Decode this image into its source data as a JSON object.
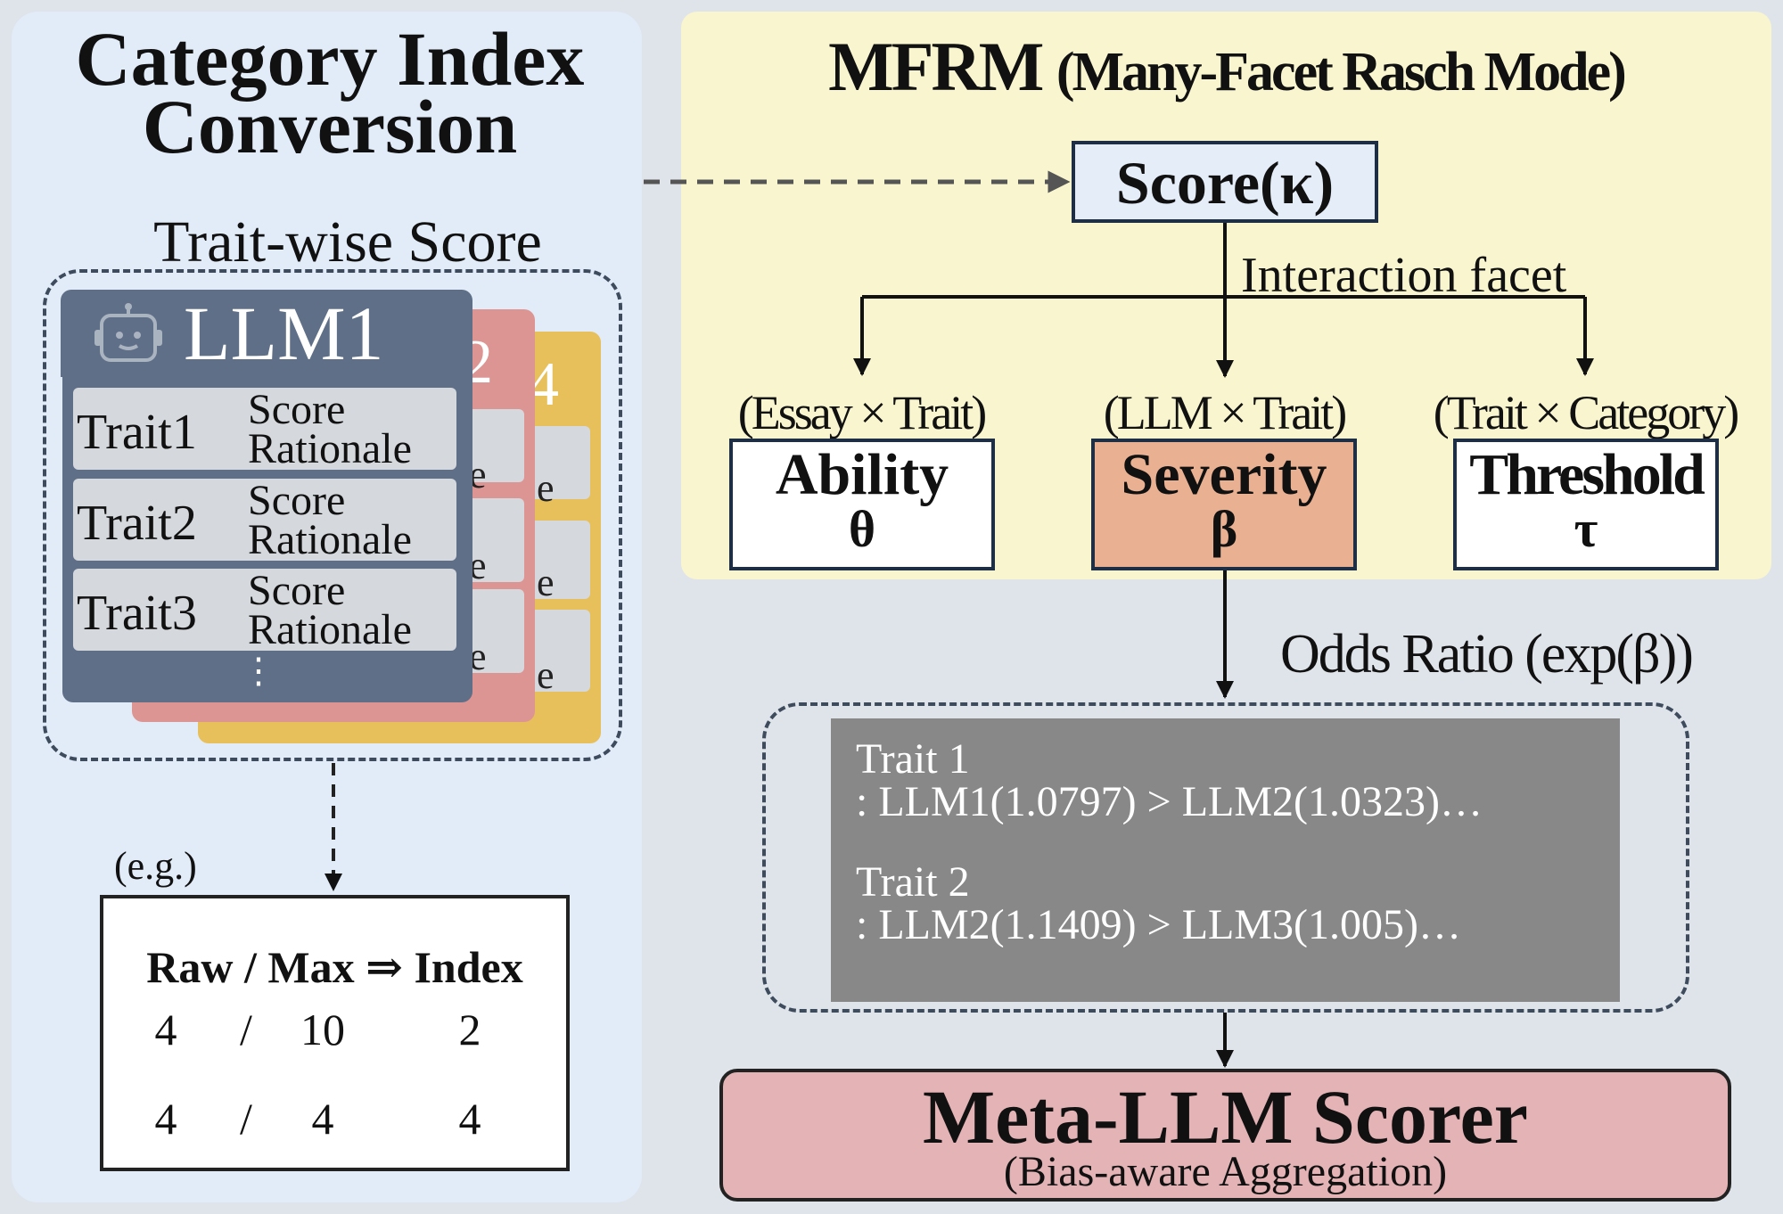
{
  "left_panel": {
    "title_line1": "Category Index",
    "title_line2": "Conversion",
    "trait_wise_label": "Trait-wise Score",
    "llm_card_label": "LLM1",
    "back_card_numbers": [
      "2",
      "4"
    ],
    "traits": [
      {
        "label": "Trait1",
        "line1": "Score",
        "line2": "Rationale"
      },
      {
        "label": "Trait2",
        "line1": "Score",
        "line2": "Rationale"
      },
      {
        "label": "Trait3",
        "line1": "Score",
        "line2": "Rationale"
      }
    ],
    "ghost_letter": "e",
    "more_marker": "⋮",
    "example_label": "(e.g.)",
    "index_table": {
      "header": "Raw / Max ⇒ Index",
      "rows": [
        {
          "raw": "4",
          "sep": "/",
          "max": "10",
          "index": "2"
        },
        {
          "raw": "4",
          "sep": "/",
          "max": "4",
          "index": "4"
        }
      ]
    }
  },
  "right_panel": {
    "title_main": "MFRM",
    "title_sub": "(Many-Facet Rasch Mode)",
    "score_label": "Score(κ)",
    "interaction_label": "Interaction facet",
    "facets": [
      {
        "paren": "(Essay × Trait)",
        "name": "Ability",
        "symbol": "θ",
        "fill": "#ffffff"
      },
      {
        "paren": "(LLM × Trait)",
        "name": "Severity",
        "symbol": "β",
        "fill": "#e9b092"
      },
      {
        "paren": "(Trait × Category)",
        "name": "Threshold",
        "symbol": "τ",
        "fill": "#ffffff"
      }
    ]
  },
  "odds": {
    "label": "Odds Ratio (exp(β))",
    "entries": [
      {
        "title": "Trait 1",
        "line": ": LLM1(1.0797) > LLM2(1.0323)…"
      },
      {
        "title": "Trait 2",
        "line": ": LLM2(1.1409) > LLM3(1.005)…"
      }
    ]
  },
  "meta": {
    "title": "Meta-LLM Scorer",
    "subtitle": "(Bias-aware Aggregation)"
  },
  "colors": {
    "left_panel_bg": "#e2ecf9",
    "right_panel_bg": "#f8f5cf",
    "llm1_card": "#5f6f87",
    "llm2_card": "#dd9593",
    "llm4_card": "#e7bf5b",
    "odds_bg": "#888888",
    "meta_bg": "#e4b3b6",
    "severity_bg": "#e9b092"
  }
}
